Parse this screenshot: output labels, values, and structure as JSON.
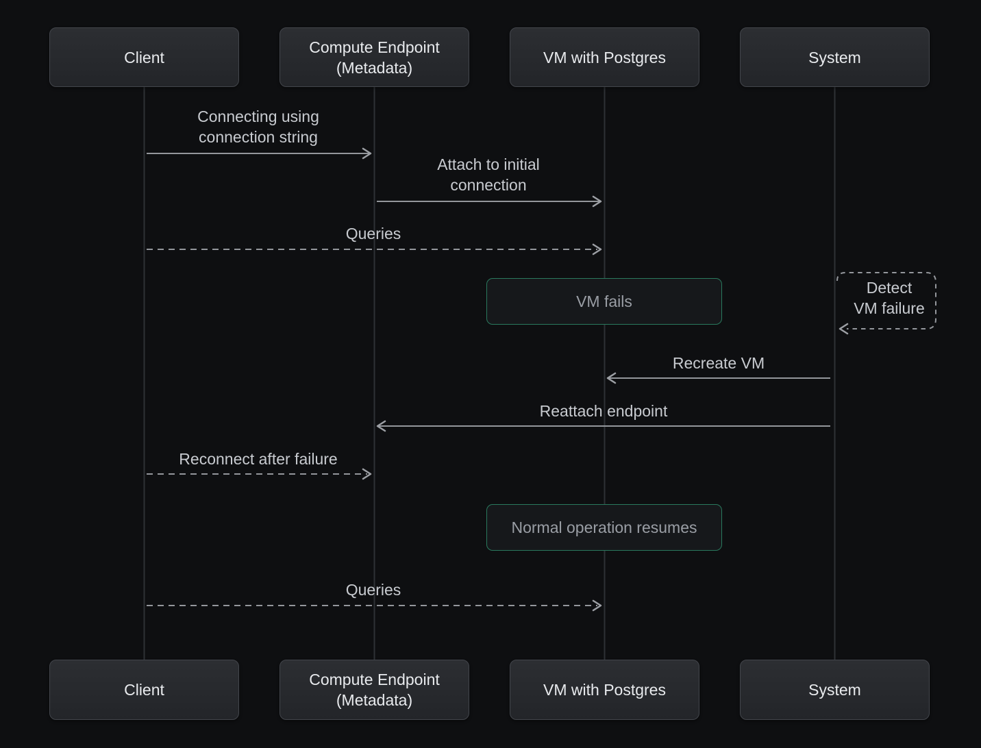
{
  "title": "VM failure and recovery sequence diagram",
  "actors": [
    {
      "id": "client",
      "label": "Client",
      "lines": [
        "Client"
      ]
    },
    {
      "id": "compute-endpoint",
      "label": "Compute Endpoint (Metadata)",
      "lines": [
        "Compute Endpoint",
        "(Metadata)"
      ]
    },
    {
      "id": "vm-postgres",
      "label": "VM with Postgres",
      "lines": [
        "VM with Postgres"
      ]
    },
    {
      "id": "system",
      "label": "System",
      "lines": [
        "System"
      ]
    }
  ],
  "messages": [
    {
      "from": "Client",
      "to": "Compute Endpoint (Metadata)",
      "type": "solid",
      "arrow": "right",
      "label": "Connecting using connection string",
      "lines": [
        "Connecting using",
        "connection string"
      ]
    },
    {
      "from": "Compute Endpoint (Metadata)",
      "to": "VM with Postgres",
      "type": "solid",
      "arrow": "right",
      "label": "Attach to initial connection",
      "lines": [
        "Attach to initial",
        "connection"
      ]
    },
    {
      "from": "Client",
      "to": "VM with Postgres",
      "type": "dashed",
      "arrow": "right",
      "label": "Queries",
      "lines": [
        "Queries"
      ]
    },
    {
      "from": "System",
      "to": "VM with Postgres",
      "type": "solid",
      "arrow": "left",
      "label": "Recreate VM",
      "lines": [
        "Recreate VM"
      ]
    },
    {
      "from": "System",
      "to": "Compute Endpoint (Metadata)",
      "type": "solid",
      "arrow": "left",
      "label": "Reattach endpoint",
      "lines": [
        "Reattach endpoint"
      ]
    },
    {
      "from": "Client",
      "to": "Compute Endpoint (Metadata)",
      "type": "dashed",
      "arrow": "right",
      "label": "Reconnect after failure",
      "lines": [
        "Reconnect after failure"
      ]
    },
    {
      "from": "Client",
      "to": "VM with Postgres",
      "type": "dashed",
      "arrow": "right",
      "label": "Queries",
      "lines": [
        "Queries"
      ]
    }
  ],
  "notes": [
    {
      "over": "VM with Postgres",
      "label": "VM fails"
    },
    {
      "over": "VM with Postgres",
      "label": "Normal operation resumes"
    }
  ],
  "self_message": {
    "actor": "System",
    "label": "Detect VM failure",
    "lines": [
      "Detect",
      "VM failure"
    ]
  },
  "colors": {
    "background": "#0e0f11",
    "actor_fill": "#26282c",
    "actor_border": "#43464c",
    "actor_text": "#e8eaed",
    "line_gray": "#94979c",
    "message_text": "#c8cbd0",
    "note_border_green": "#2a7a5e",
    "note_fill": "#16181b",
    "note_text": "#9a9ea5",
    "lifeline": "#2e3135"
  }
}
